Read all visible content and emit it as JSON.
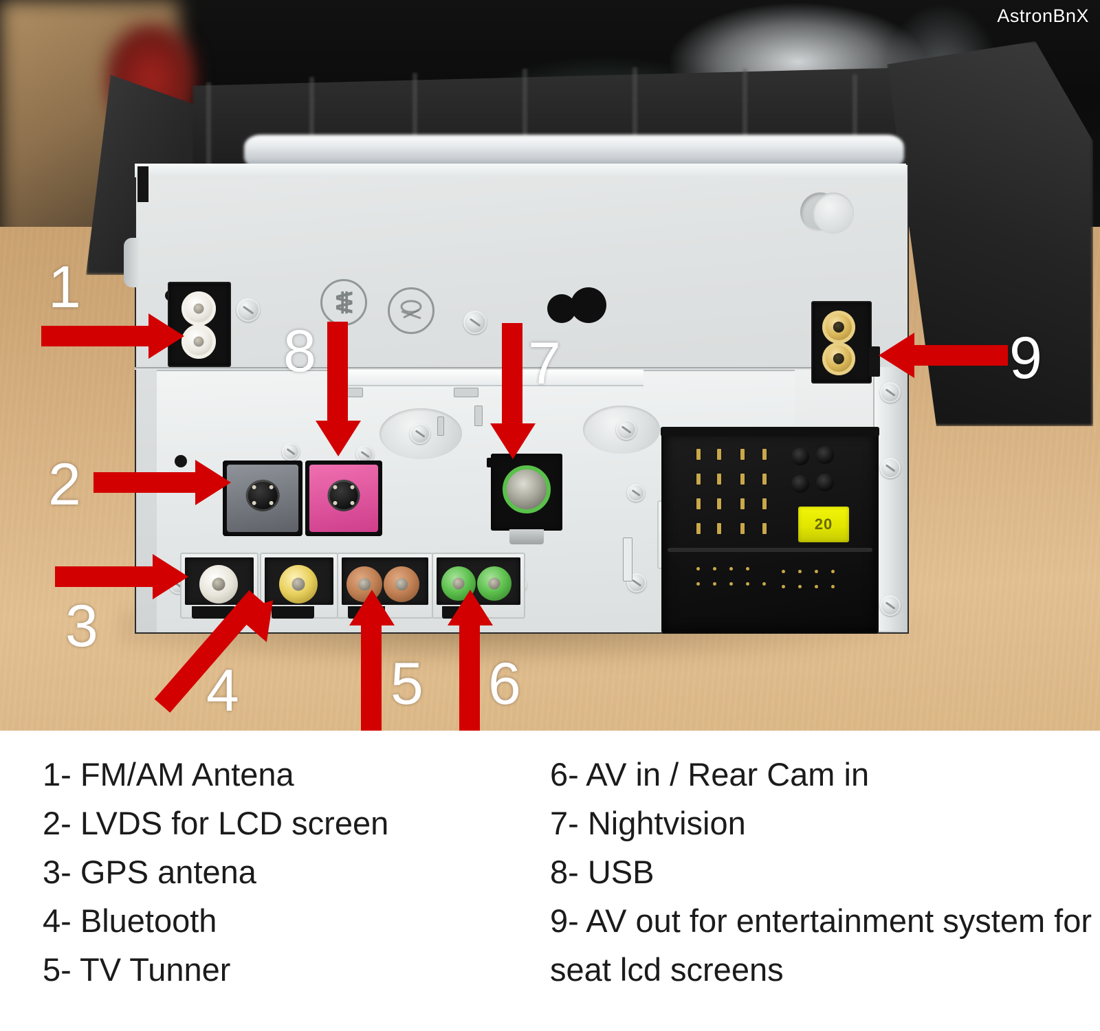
{
  "watermark": "AstronBnX",
  "photo": {
    "subject": "car-head-unit-rear-panel",
    "fuse_label": "20",
    "stamps": [
      {
        "name": "r-certification-mark",
        "glyph": "₩"
      },
      {
        "name": "no-disc-mark",
        "glyph": ""
      }
    ],
    "callouts": [
      {
        "id": "1",
        "label": "1",
        "target": "fm-am-antenna-coax"
      },
      {
        "id": "2",
        "label": "2",
        "target": "lvds-connector"
      },
      {
        "id": "3",
        "label": "3",
        "target": "gps-antenna-jack"
      },
      {
        "id": "4",
        "label": "4",
        "target": "bluetooth-antenna-jack"
      },
      {
        "id": "5",
        "label": "5",
        "target": "tv-tuner-jacks"
      },
      {
        "id": "6",
        "label": "6",
        "target": "av-in-rear-cam-jacks"
      },
      {
        "id": "7",
        "label": "7",
        "target": "nightvision-port"
      },
      {
        "id": "8",
        "label": "8",
        "target": "usb-connector"
      },
      {
        "id": "9",
        "label": "9",
        "target": "av-out-coax"
      }
    ]
  },
  "caption": {
    "left_column": [
      "1- FM/AM Antena",
      "2- LVDS for LCD screen",
      "3- GPS antena",
      "4- Bluetooth",
      "5- TV Tunner"
    ],
    "right_column": [
      "6- AV in / Rear Cam in",
      "7- Nightvision",
      "8- USB",
      "9- AV out for entertainment system for seat lcd screens"
    ]
  },
  "colors": {
    "arrow_red": "#d20000",
    "caption_text": "#1b1b1b",
    "label_white": "#ffffff",
    "table_wood": "#d9b485",
    "chassis_grey": "#dfe2e2",
    "fuse_yellow": "#e9ec00",
    "connector_pink": "#e0539f",
    "connector_green": "#59c14a",
    "connector_brown": "#c07f53",
    "connector_yellow": "#e8cf5c"
  }
}
